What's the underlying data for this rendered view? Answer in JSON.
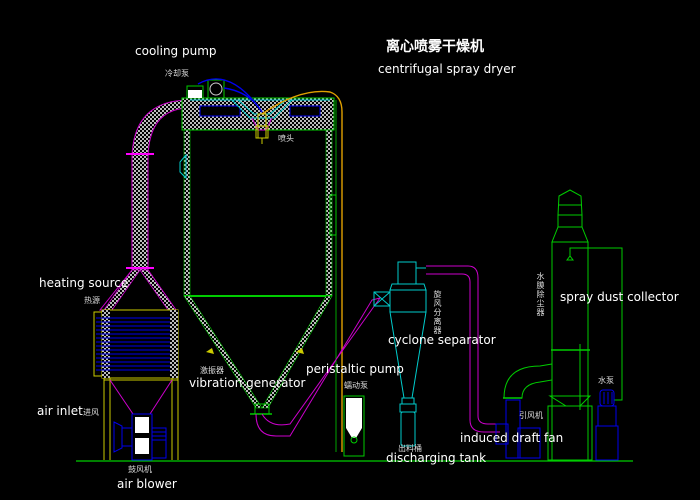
{
  "title": {
    "chinese": "离心喷雾干燥机",
    "english": "centrifugal spray dryer"
  },
  "components": {
    "cooling_pump": {
      "english": "cooling pump",
      "chinese": "冷却泵"
    },
    "nozzle": {
      "chinese": "喷头"
    },
    "heating_source": {
      "english": "heating source",
      "chinese": "热源"
    },
    "air_inlet": {
      "english": "air inlet",
      "chinese": "进风"
    },
    "air_blower": {
      "english": "air blower",
      "chinese": "鼓风机"
    },
    "vibration_generator": {
      "english": "vibration generator",
      "chinese": "激振器"
    },
    "peristaltic_pump": {
      "english": "peristaltic pump",
      "chinese": "蠕动泵"
    },
    "cyclone_separator": {
      "english": "cyclone separator",
      "chinese": "旋风分离器"
    },
    "discharging_tank": {
      "english": "discharging tank",
      "chinese": "出料桶"
    },
    "induced_draft_fan": {
      "english": "induced draft fan",
      "chinese": "引风机"
    },
    "spray_dust_collector": {
      "english": "spray dust collector",
      "chinese": "水膜除尘器"
    },
    "water_pump": {
      "chinese": "水泵"
    }
  },
  "colors": {
    "background": "#000000",
    "green": "#00cc00",
    "magenta": "#cc00cc",
    "blue": "#0000ee",
    "cyan": "#00cccc",
    "yellow": "#cccc00",
    "orange": "#e0a000",
    "white": "#ffffff"
  }
}
